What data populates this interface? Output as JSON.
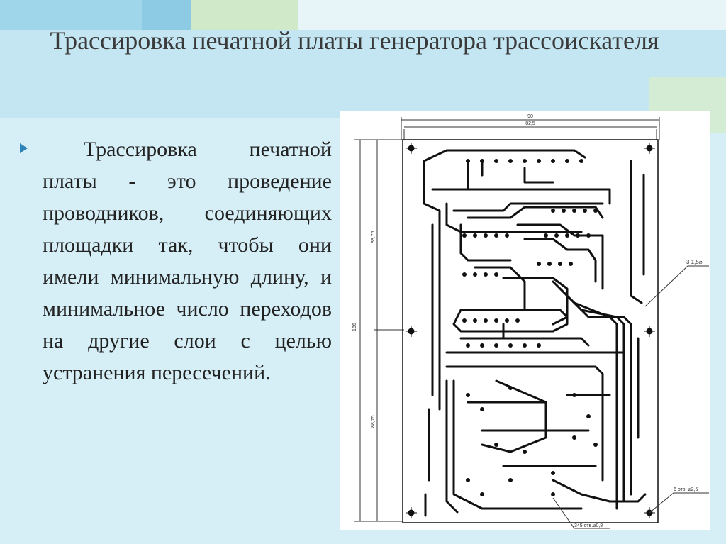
{
  "slide": {
    "title": "Трассировка печатной платы генератора трассоискателя",
    "bullet_text": "Трассировка печатной платы - это проведение проводников, соединяющих площадки так, чтобы они имели минимальную длину, и минимальное число переходов на другие слои с целью устранения пересечений."
  },
  "drawing": {
    "dims": {
      "width_outer": "90",
      "width_inner": "82,5",
      "height_total": "166",
      "height_upper": "88,75",
      "height_lower": "88,75"
    },
    "callouts": {
      "holes_mount": "3 1,5⌀",
      "holes_corner": "6 отв. ⌀2,5",
      "holes_pads": "345 отв.⌀0,8"
    }
  },
  "colors": {
    "accent": "#2e84b6",
    "header_band": "#c3e6f2",
    "content_bg": "#d6eff7"
  }
}
